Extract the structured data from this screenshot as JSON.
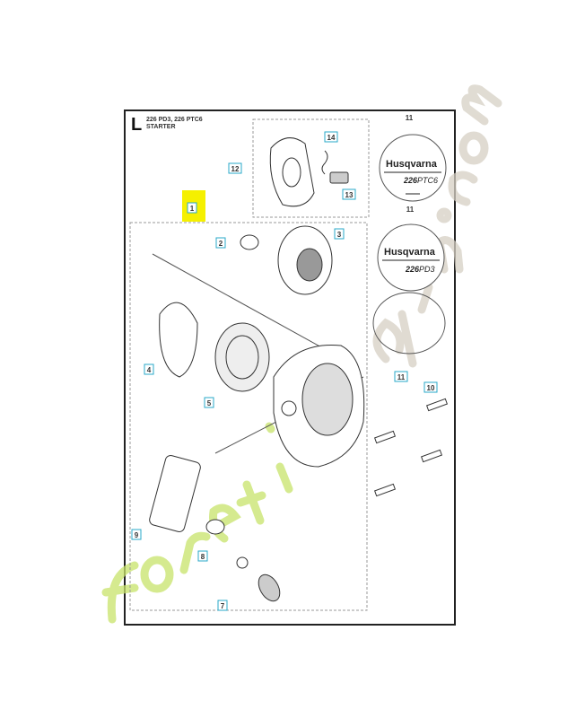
{
  "header": {
    "section_letter": "L",
    "models": "226 PD3, 226 PTC6",
    "title": "STARTER"
  },
  "callouts": [
    "1",
    "2",
    "3",
    "4",
    "5",
    "7",
    "8",
    "9",
    "10",
    "11",
    "12",
    "13",
    "14"
  ],
  "stickers": [
    {
      "label_number": "11",
      "brand": "Husqvarna",
      "model_bold": "226",
      "model_suffix": "PTC6"
    },
    {
      "label_number": "11",
      "brand": "Husqvarna",
      "model_bold": "226",
      "model_suffix": "PD3"
    }
  ],
  "colors": {
    "callout_border": "#2aa8c8",
    "highlight": "#f5f000",
    "watermark_green": "#c8e36a",
    "watermark_gray": "#d6d0c4"
  },
  "watermark": "foretjardin.com"
}
